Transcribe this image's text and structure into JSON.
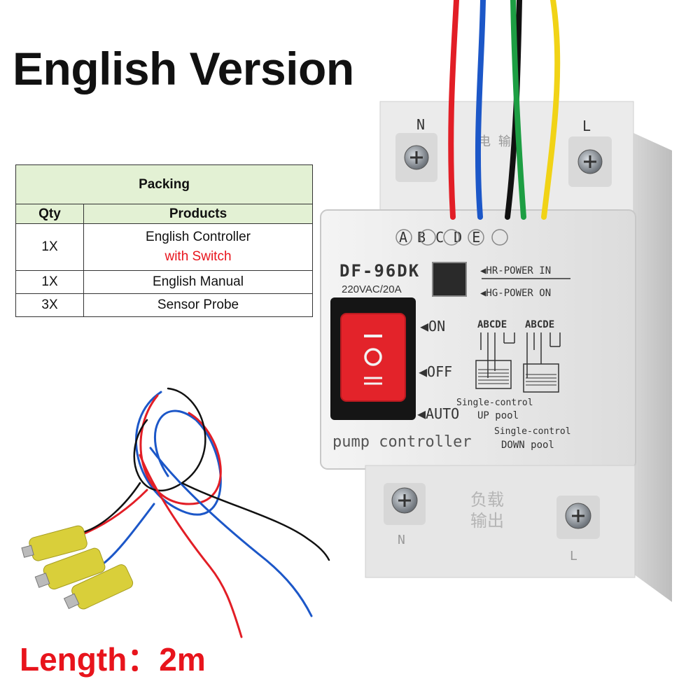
{
  "headline": "English Version",
  "packing_table": {
    "title": "Packing",
    "columns": [
      "Qty",
      "Products"
    ],
    "rows": [
      {
        "qty": "1X",
        "product": "English Controller",
        "product_line2": "with Switch"
      },
      {
        "qty": "1X",
        "product": "English Manual"
      },
      {
        "qty": "3X",
        "product": "Sensor Probe"
      }
    ]
  },
  "device": {
    "model": "DF-96DK",
    "rating": "220VAC/20A",
    "terminal_letters": [
      "A",
      "B",
      "C",
      "D",
      "E"
    ],
    "top_terminals": [
      "N",
      "L"
    ],
    "bottom_terminals": [
      "N",
      "L"
    ],
    "indicator_1": "◀HR-POWER IN",
    "indicator_2": "◀HG-POWER ON",
    "switch_on": "◀ON",
    "switch_off": "◀OFF",
    "switch_auto": "◀AUTO",
    "diagram_letters_1": "ABCDE",
    "diagram_letters_2": "ABCDE",
    "mode_up_line1": "Single-control",
    "mode_up_line2": "UP pool",
    "mode_down_line1": "Single-control",
    "mode_down_line2": "DOWN pool",
    "product_name": "pump controller",
    "chinese_top": "电 输",
    "chinese_bottom_1": "负载",
    "chinese_bottom_2": "输出",
    "colors": {
      "body": "#ececec",
      "switch": "#e3232a",
      "probe": "#d9cf3a"
    }
  },
  "length_label": "Length：2m"
}
